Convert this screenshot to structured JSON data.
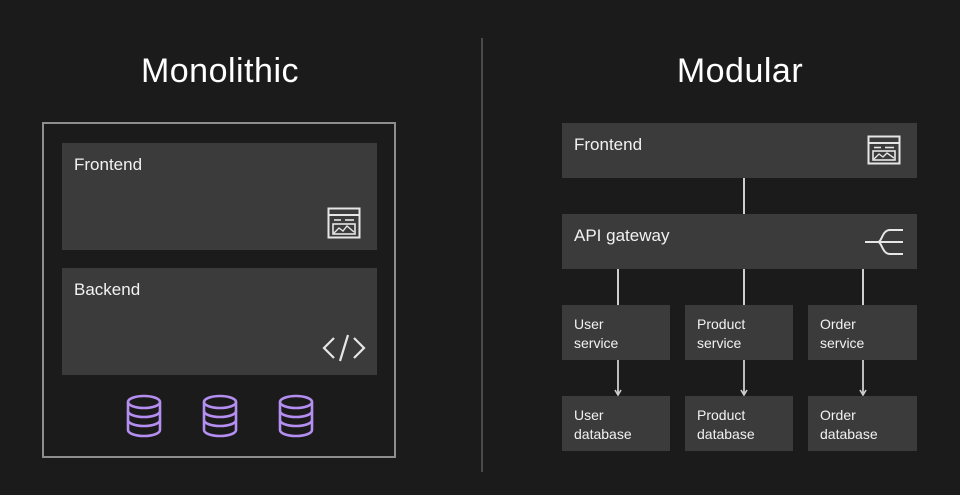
{
  "monolithic": {
    "title": "Monolithic",
    "frontend_label": "Frontend",
    "backend_label": "Backend",
    "database_icon_color": "#b48ef0"
  },
  "modular": {
    "title": "Modular",
    "frontend_label": "Frontend",
    "gateway_label": "API gateway",
    "services": [
      {
        "line1": "User",
        "line2": "service"
      },
      {
        "line1": "Product",
        "line2": "service"
      },
      {
        "line1": "Order",
        "line2": "service"
      }
    ],
    "databases": [
      {
        "line1": "User",
        "line2": "database"
      },
      {
        "line1": "Product",
        "line2": "database"
      },
      {
        "line1": "Order",
        "line2": "database"
      }
    ]
  },
  "colors": {
    "background": "#1b1b1b",
    "panel": "#3b3b3b",
    "accent_database": "#b48ef0"
  }
}
